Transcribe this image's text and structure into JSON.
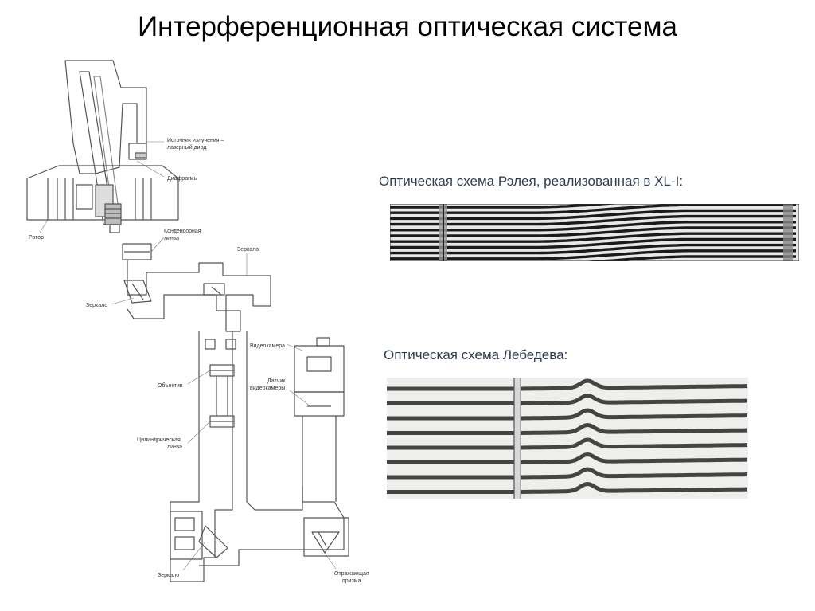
{
  "title": "Интерференционная оптическая система",
  "captions": {
    "rayleigh": "Оптическая схема Рэлея, реализованная в XL-I:",
    "lebedev": "Оптическая схема Лебедева:"
  },
  "scheme_labels": {
    "source_line1": "Источник излучения –",
    "source_line2": "лазерный диод",
    "diaphragms": "Диафрагмы",
    "rotor": "Ротор",
    "condenser_line1": "Конденсорная",
    "condenser_line2": "линза",
    "mirror_top": "Зеркало",
    "mirror_left": "Зеркало",
    "videocamera": "Видеокамера",
    "sensor_line1": "Датчик",
    "sensor_line2": "видеокамеры",
    "objective": "Объектив",
    "cyl_lens_line1": "Цилиндрическая",
    "cyl_lens_line2": "линза",
    "mirror_bottom": "Зеркало",
    "prism_line1": "Отражающая",
    "prism_line2": "призма"
  },
  "colors": {
    "caption_text": "#2e3b55",
    "diagram_line": "#555555",
    "fringe_dark": "#1a1a1a",
    "fringe_light": "#e8e8e8"
  }
}
